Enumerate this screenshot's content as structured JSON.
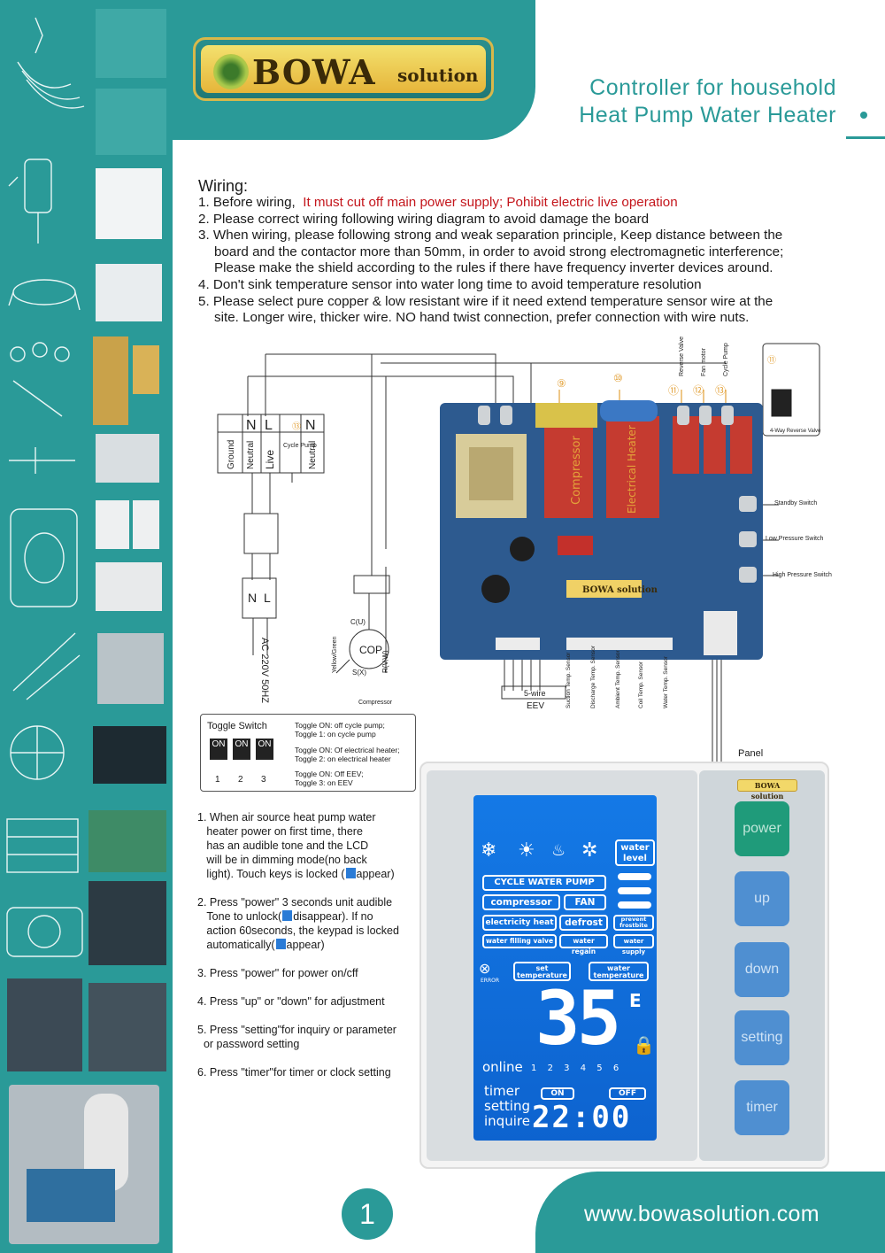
{
  "brand": {
    "logo_main": "BOWA",
    "logo_sub": "solution",
    "website": "www.bowasolution.com"
  },
  "header": {
    "title_line1": "Controller for household",
    "title_line2": "Heat Pump Water Heater"
  },
  "wiring": {
    "heading": "Wiring:",
    "items": [
      {
        "num": "1.",
        "text": "Before wiring,",
        "warning": "It must cut off main power supply; Pohibit electric live operation"
      },
      {
        "num": "2.",
        "text": "Please correct wiring following wiring diagram to avoid damage the board"
      },
      {
        "num": "3.",
        "text": "When wiring, please following strong and weak separation principle, Keep distance between the",
        "cont1": "board and the contactor more than 50mm, in order to avoid strong electromagnetic interference;",
        "cont2": "Please make the shield according to the rules if there have frequency inverter devices around."
      },
      {
        "num": "4.",
        "text": "Don't sink temperature sensor into water long time to avoid temperature resolution"
      },
      {
        "num": "5.",
        "text": "Please select pure copper & low resistant wire if it need extend temperature sensor wire at the",
        "cont1": "site. Longer wire, thicker wire. NO hand twist connection, prefer connection with wire nuts."
      }
    ]
  },
  "diagram": {
    "terminals": {
      "ground": "Ground",
      "neutral": "Neutral",
      "live": "Live",
      "cycle_pump": "Cycle Pump",
      "neutral2": "Neutral",
      "n": "N",
      "l": "L",
      "n2": "N"
    },
    "supply": "AC 220V 50HZ",
    "cop": "COP",
    "cu": "C(U)",
    "rvw": "R(V,W)",
    "sx": "S(X)",
    "yellow_green": "Yellow/Green",
    "compressor_caption": "Compressor",
    "circled": [
      "⑨",
      "⑩",
      "⑪",
      "⑫",
      "⑬"
    ],
    "relay_labels": [
      "Reverse Valve",
      "Fan motor",
      "Cycle Pump"
    ],
    "four_way": "4-Way Reverse Valve",
    "board_compressor": "Compressor",
    "board_heater": "Electrical Heater",
    "switches": [
      "Standby Switch",
      "Low Pressure Switch",
      "High Pressure Switch"
    ],
    "eev": "5-wire",
    "eev2": "EEV",
    "sensors": [
      "Suction Temp. Sensor",
      "Discharge Temp. Sensor",
      "Ambient Temp. Sensor",
      "Coil Temp. Sensor",
      "Water Temp. Sensor"
    ],
    "board_logo": "BOWA solution"
  },
  "toggle": {
    "title": "Toggle Switch",
    "switches": [
      {
        "label": "ON",
        "num": "1"
      },
      {
        "label": "ON",
        "num": "2"
      },
      {
        "label": "ON",
        "num": "3"
      }
    ],
    "desc1a": "Toggle ON: off cycle pump;",
    "desc1b": "Toggle 1: on cycle pump",
    "desc2a": "Toggle ON: Of electrical heater;",
    "desc2b": "Toggle 2: on electrical heater",
    "desc3a": "Toggle ON: Off EEV;",
    "desc3b": "Toggle 3: on EEV"
  },
  "instructions": {
    "i1a": "1. When air source heat pump water",
    "i1b": "heater power on first time,  there",
    "i1c": "has an audible tone  and  the LCD",
    "i1d": "will be in dimming mode(no back",
    "i1e_pre": "light). Touch keys is locked (",
    "i1e_post": "appear)",
    "i2a": "2. Press \"power\" 3 seconds unit audible",
    "i2b_pre": "Tone to unlock(",
    "i2b_post": "disappear). If no",
    "i2c": "action 60seconds, the keypad is locked",
    "i2d_pre": "automatically(",
    "i2d_post": "appear)",
    "i3": "3. Press \"power\" for power on/cff",
    "i4": "4. Press \"up\" or \"down\" for adjustment",
    "i5a": "5. Press \"setting\"for inquiry or parameter",
    "i5b": "or password setting",
    "i6": "6. Press \"timer\"for timer or clock setting"
  },
  "panel": {
    "label": "Panel",
    "logo": "BOWA solution",
    "lcd": {
      "water_level": "water level",
      "cycle_water_pump": "CYCLE WATER PUMP",
      "compressor": "compressor",
      "fan": "FAN",
      "electricity_heat": "electricity heat",
      "defrost": "defrost",
      "prevent_frostbite": "prevent frostbite",
      "water_filling_valve": "water filling valve",
      "water_regain": "water regain",
      "water_supply": "water supply",
      "error": "ERROR",
      "set_temperature": "set temperature",
      "water_temperature": "water temperature",
      "temp_value": "35",
      "unit": "E",
      "online": "online",
      "online_nums": [
        "1",
        "2",
        "3",
        "4",
        "5",
        "6"
      ],
      "timer": "timer",
      "setting": "setting",
      "inquire": "inquire",
      "on": "ON",
      "off": "OFF",
      "clock": "22:00"
    },
    "keys": [
      "power",
      "up",
      "down",
      "setting",
      "timer"
    ]
  },
  "footer": {
    "page": "1"
  },
  "colors": {
    "teal": "#2a9a98",
    "warning": "#c4161c",
    "lcd_blue": "#1479e6",
    "gold": "#d8b84a"
  }
}
